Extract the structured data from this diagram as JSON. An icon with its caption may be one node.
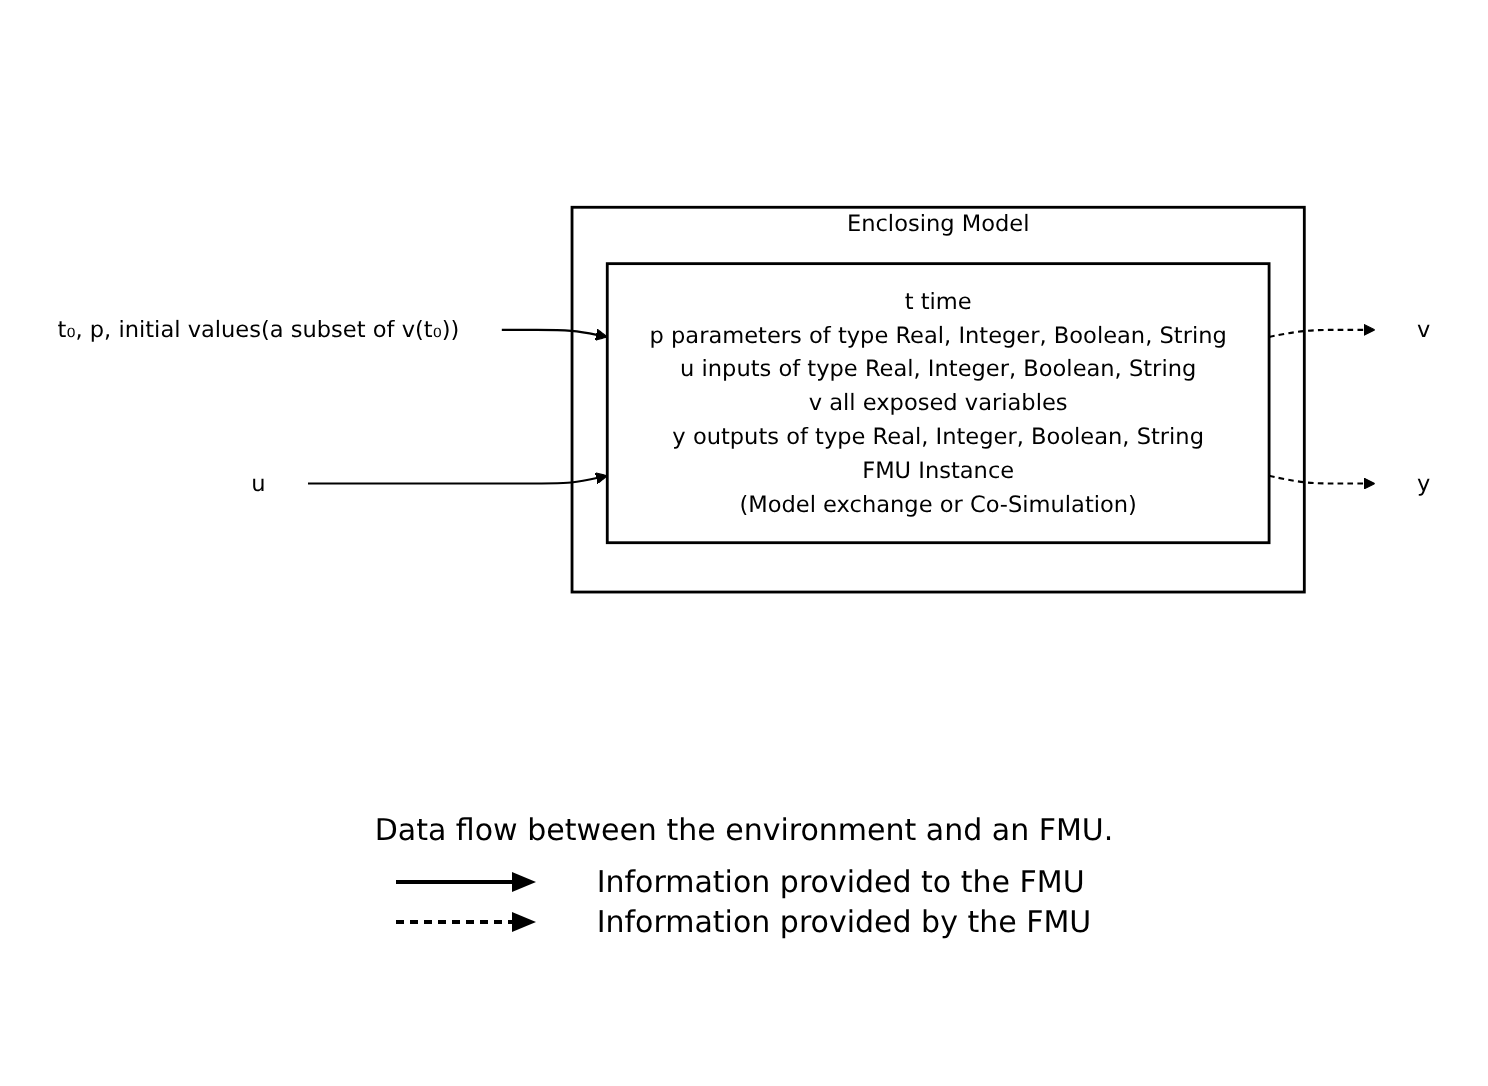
{
  "diagram": {
    "caption": "Data flow between the environment and an FMU.",
    "nodes": [
      {
        "text": [
          "Enclosing Model"
        ]
      },
      {
        "text": [
          "t time",
          "p parameters of type Real, Integer, Boolean, String",
          "u inputs of type Real, Integer, Boolean, String",
          "v all exposed variables",
          "y outputs of type Real, Integer, Boolean, String",
          "FMU Instance",
          "(Model exchange or Co-Simulation)"
        ],
        "in": 0
      },
      {
        "text": [
          "t₀, p, initial values(a subset of v(t₀))"
        ]
      },
      {
        "text": [
          "v"
        ]
      },
      {
        "text": [
          "u"
        ]
      },
      {
        "text": [
          "y"
        ]
      }
    ],
    "edges": [
      {
        "from": 2,
        "to": 1,
        "arrow": "to"
      },
      {
        "from": 1,
        "to": 3,
        "arrow": "to",
        "style": "dashed"
      },
      {
        "from": 4,
        "to": 1,
        "arrow": "to"
      },
      {
        "from": 1,
        "to": 5,
        "arrow": "to",
        "style": "dashed"
      }
    ],
    "legend": [
      {
        "text": "Information provided to the FMU"
      },
      {
        "text": "Information provided by the FMU"
      }
    ]
  }
}
